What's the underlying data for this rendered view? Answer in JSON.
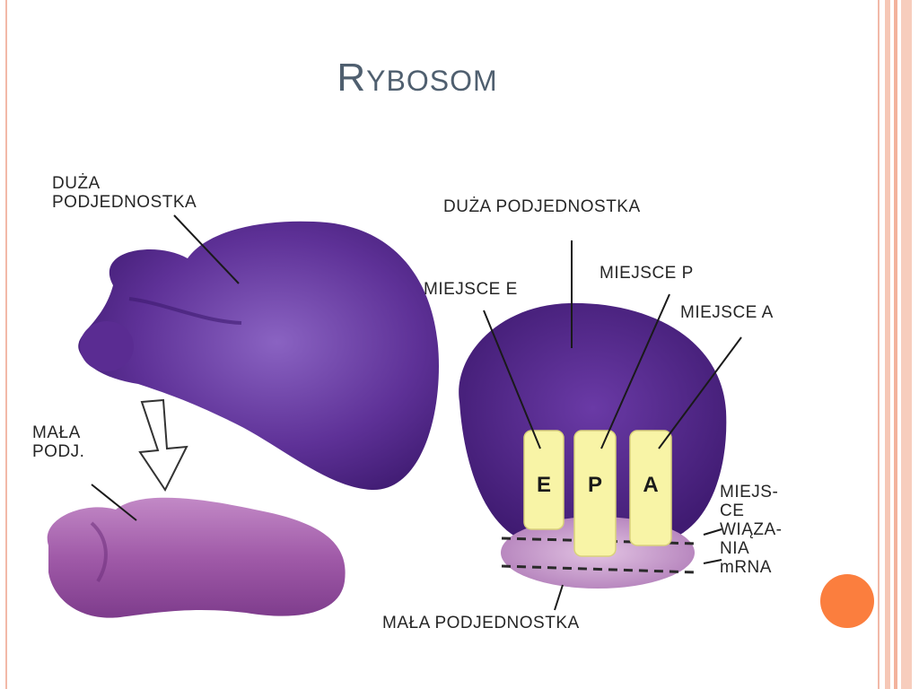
{
  "slide": {
    "title_initial": "R",
    "title_rest": "YBOSOM"
  },
  "diagram": {
    "labels": {
      "large_subunit_left_1": "DUŻA",
      "large_subunit_left_2": "PODJEDNOSTKA",
      "small_subunit_left_1": "MAŁA",
      "small_subunit_left_2": "PODJ.",
      "large_subunit_right": "DUŻA PODJEDNOSTKA",
      "site_e_label": "MIEJSCE E",
      "site_p_label": "MIEJSCE P",
      "site_a_label": "MIEJSCE A",
      "mrna_site_1": "MIEJS-",
      "mrna_site_2": "CE",
      "mrna_site_3": "WIĄZA-",
      "mrna_site_4": "NIA",
      "mrna_site_5": "mRNA",
      "small_subunit_right": "MAŁA PODJEDNOSTKA"
    },
    "sites": [
      "E",
      "P",
      "A"
    ]
  },
  "colors": {
    "large_subunit": "#5b2d91",
    "small_subunit": "#a05aa8",
    "site_fill": "#f8f4a6",
    "accent": "#fb7e3e",
    "frame": "#f2b9a8"
  }
}
